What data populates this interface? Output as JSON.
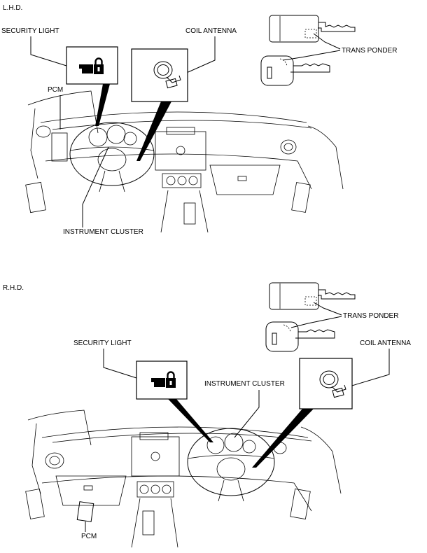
{
  "sections": {
    "lhd": {
      "heading": "L.H.D.",
      "labels": {
        "security_light": "SECURITY LIGHT",
        "coil_antenna": "COIL ANTENNA",
        "trans_ponder": "TRANS PONDER",
        "pcm": "PCM",
        "instrument_cluster": "INSTRUMENT CLUSTER"
      }
    },
    "rhd": {
      "heading": "R.H.D.",
      "labels": {
        "trans_ponder": "TRANS PONDER",
        "security_light": "SECURITY LIGHT",
        "coil_antenna": "COIL ANTENNA",
        "instrument_cluster": "INSTRUMENT CLUSTER",
        "pcm": "PCM"
      }
    }
  },
  "icons": {
    "lock": "padlock-icon",
    "key": "key-icon",
    "antenna": "coil-antenna-icon"
  }
}
